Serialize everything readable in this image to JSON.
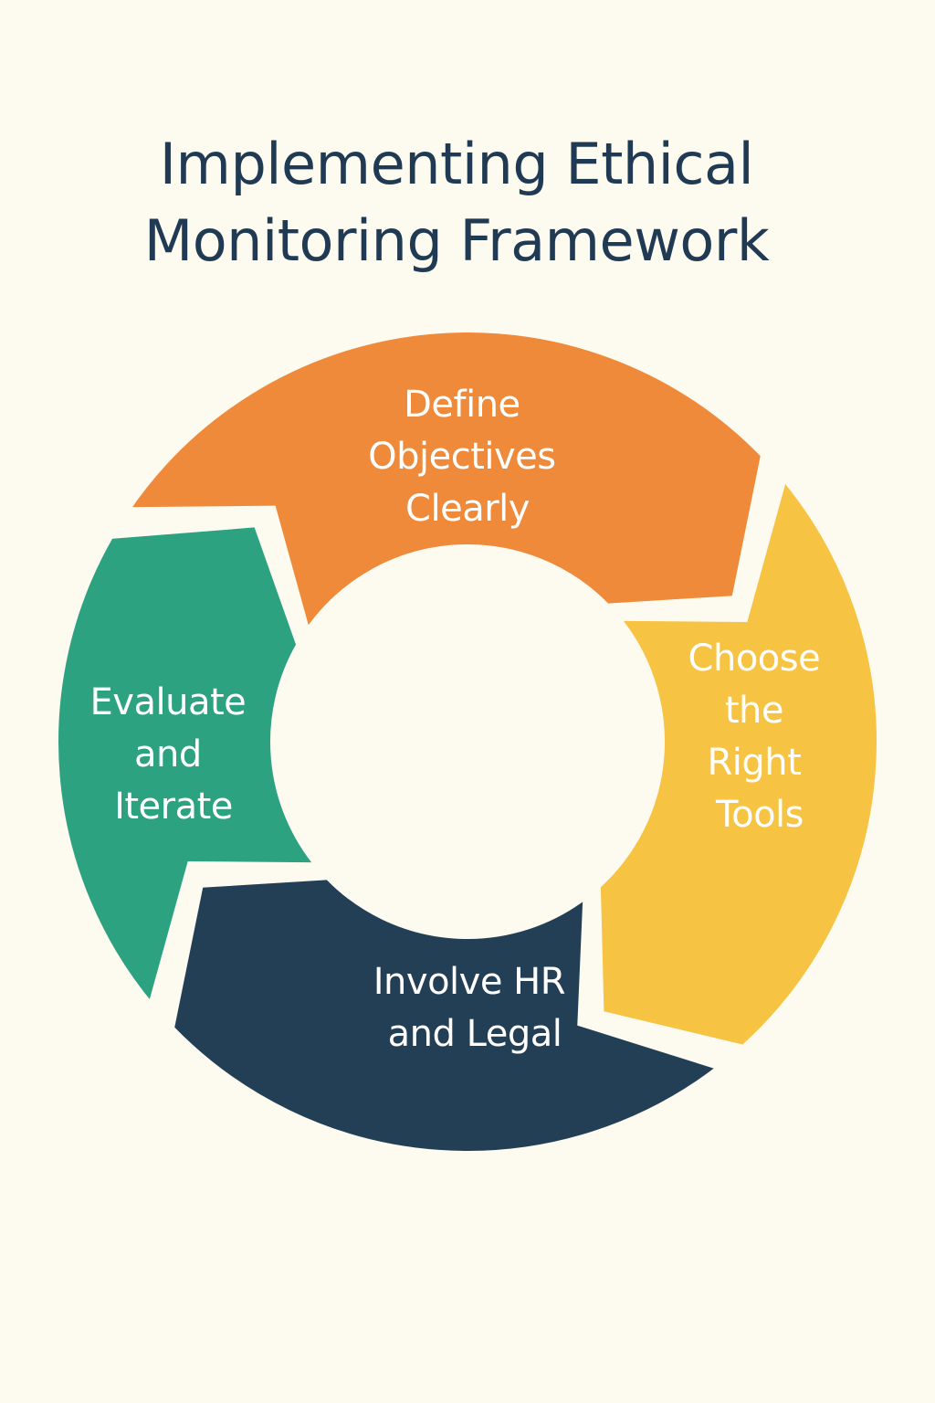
{
  "title": {
    "line1": "Implementing Ethical",
    "line2": "Monitoring Framework"
  },
  "steps": [
    {
      "label_lines": [
        "Define",
        "Objectives",
        "Clearly"
      ],
      "color": "#EF8A3A"
    },
    {
      "label_lines": [
        "Choose",
        "the",
        "Right",
        "Tools"
      ],
      "color": "#F6C343"
    },
    {
      "label_lines": [
        "Involve HR",
        "and Legal"
      ],
      "color": "#233F56"
    },
    {
      "label_lines": [
        "Evaluate",
        "and",
        "Iterate"
      ],
      "color": "#2DA281"
    }
  ],
  "colors": {
    "background": "#FDFAF0",
    "title": "#1F3A52",
    "label": "#FFFFFF"
  }
}
